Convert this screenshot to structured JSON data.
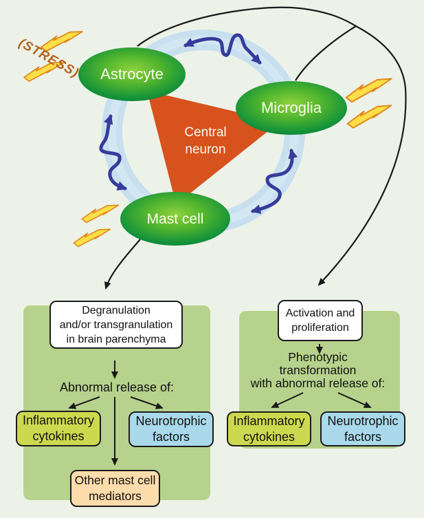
{
  "figure": {
    "stress_label": "(STRESS)",
    "cells": {
      "astrocyte": "Astrocyte",
      "microglia": "Microglia",
      "mast_cell": "Mast cell"
    },
    "central_neuron": {
      "line1": "Central",
      "line2": "neuron"
    }
  },
  "left_panel": {
    "top_box": {
      "line1": "Degranulation",
      "line2": "and/or transgranulation",
      "line3": "in brain parenchyma"
    },
    "release_label": "Abnormal release of:",
    "inflammatory_box": {
      "line1": "Inflammatory",
      "line2": "cytokines"
    },
    "neurotrophic_box": {
      "line1": "Neurotrophic",
      "line2": "factors"
    },
    "mediators_box": {
      "line1": "Other mast cell",
      "line2": "mediators"
    }
  },
  "right_panel": {
    "top_box": {
      "line1": "Activation and",
      "line2": "proliferation"
    },
    "transformation_label": {
      "line1": "Phenotypic",
      "line2": "transformation",
      "line3": "with abnormal release of:"
    },
    "inflammatory_box": {
      "line1": "Inflammatory",
      "line2": "cytokines"
    },
    "neurotrophic_box": {
      "line1": "Neurotrophic",
      "line2": "factors"
    }
  },
  "colors": {
    "background": "#edf2e8",
    "panel_green": "#b7d28d",
    "cell_green_dark": "#128c3a",
    "cell_green_light": "#8fd23d",
    "neuron_orange": "#d7521d",
    "ring_blue": "#c7dfef",
    "wave_arrow_blue": "#363c9c",
    "bolt_fill": "#ffdf47",
    "bolt_stroke": "#e0881c",
    "stress_text": "#b5641c",
    "box_yellow": "#ccd94e",
    "box_blue": "#a9d9eb",
    "box_peach": "#fcdcab",
    "line_black": "#1a1a1a"
  }
}
